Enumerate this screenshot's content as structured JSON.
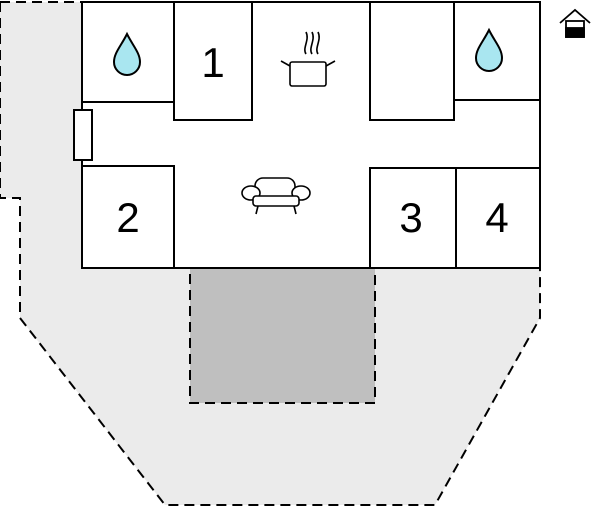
{
  "floorplan": {
    "rooms": [
      {
        "id": "bedroom-1",
        "label": "1"
      },
      {
        "id": "bedroom-2",
        "label": "2"
      },
      {
        "id": "bedroom-3",
        "label": "3"
      },
      {
        "id": "bedroom-4",
        "label": "4"
      }
    ],
    "icons": {
      "bathroom": "water-drop-icon",
      "kitchen": "cooking-pot-icon",
      "living": "sofa-icon",
      "legend": "house-icon",
      "window": "window-icon"
    },
    "colors": {
      "wall": "#000000",
      "room_fill": "#ffffff",
      "outdoor_area": "#ebebeb",
      "terrace": "#bfbfbf",
      "water_drop": "#a9e6f0",
      "stroke_dash": "#000000"
    }
  }
}
